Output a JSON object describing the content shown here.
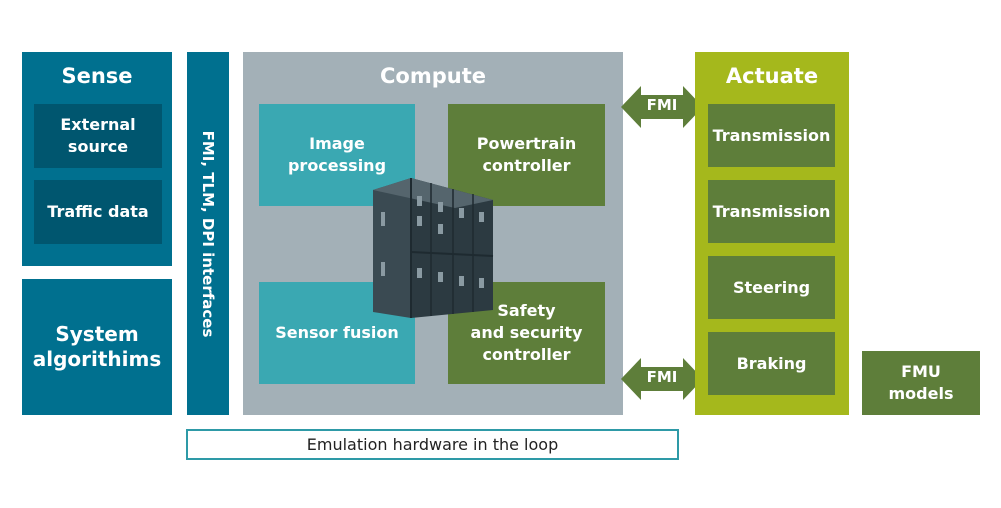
{
  "sense": {
    "title": "Sense",
    "items": [
      "External\nsource",
      "Traffic data"
    ]
  },
  "system_algorithms": "System\nalgorithims",
  "interfaces": "FMI, TLM, DPI interfaces",
  "compute": {
    "title": "Compute",
    "image_processing": "Image\nprocessing",
    "powertrain": "Powertrain\ncontroller",
    "sensor_fusion": "Sensor fusion",
    "safety": "Safety\nand security\ncontroller"
  },
  "fmi_top": "FMI",
  "fmi_bottom": "FMI",
  "actuate": {
    "title": "Actuate",
    "items": [
      "Transmission",
      "Transmission",
      "Steering",
      "Braking"
    ]
  },
  "fmu_models": "FMU\nmodels",
  "emulation": "Emulation hardware in the loop",
  "colors": {
    "sense": "#00708f",
    "compute": "#a3b0b7",
    "actuate": "#a5b81c",
    "green": "#5e7e3a",
    "teal": "#3aa8b2"
  }
}
